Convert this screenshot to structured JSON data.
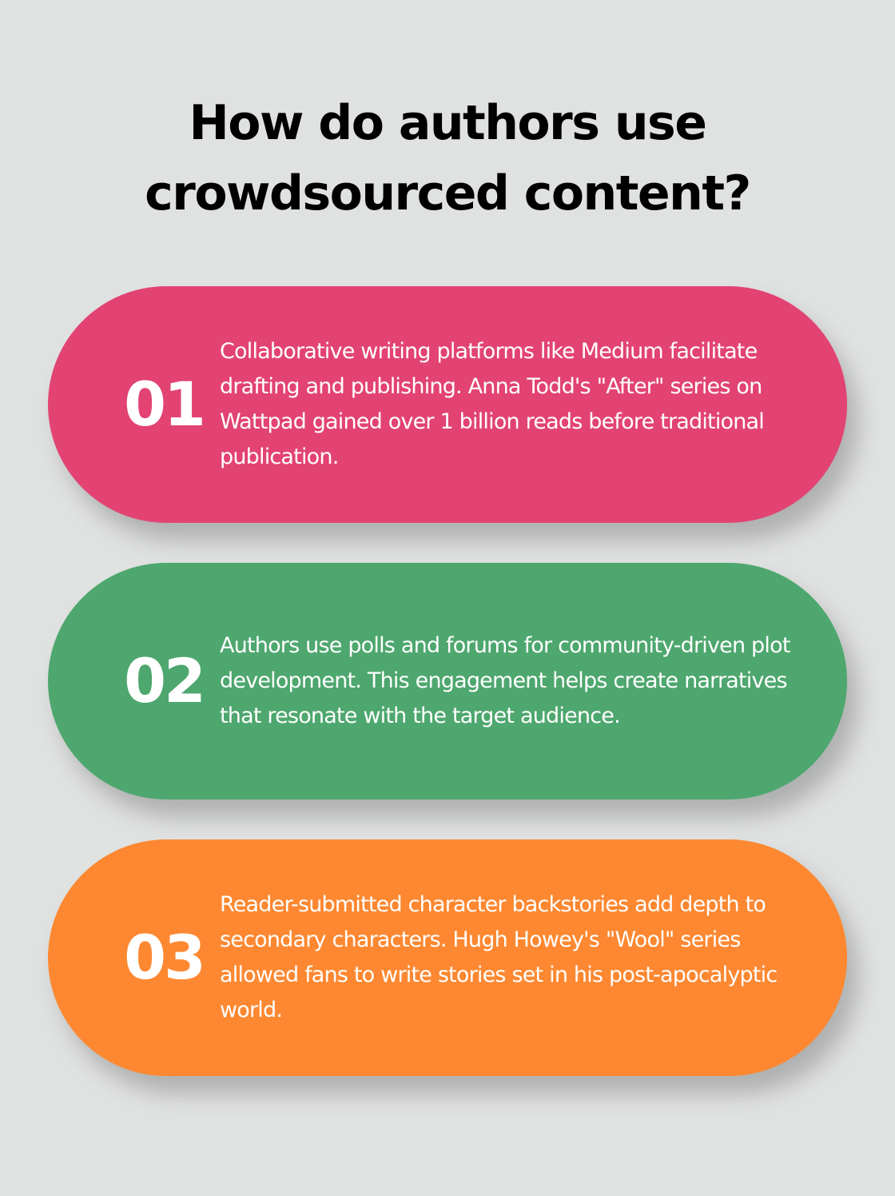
{
  "title": {
    "line1": "How do authors use",
    "line2": "crowdsourced content?"
  },
  "cards": [
    {
      "number": "01",
      "color": "#e24373",
      "text": "Collaborative writing platforms like Medium facilitate drafting and publishing. Anna Todd's \"After\" series on Wattpad gained over 1 billion reads before traditional publication."
    },
    {
      "number": "02",
      "color": "#4ea76e",
      "text": "Authors use polls and forums for community-driven plot development. This engagement helps create narratives that resonate with the target audience."
    },
    {
      "number": "03",
      "color": "#fd8831",
      "text": "Reader-submitted character backstories add depth to secondary characters. Hugh Howey's \"Wool\" series allowed fans to write stories set in his post-apocalyptic world."
    }
  ],
  "colors": {
    "background": "#e0e2e1",
    "title": "#000000",
    "card_text": "#ffffff"
  }
}
